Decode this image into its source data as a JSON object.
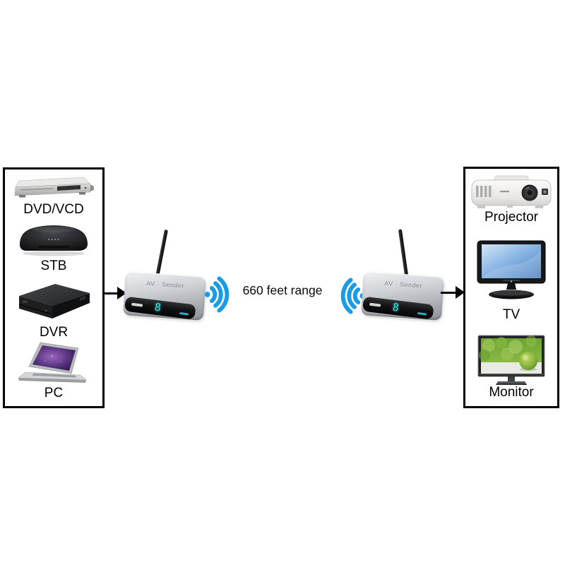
{
  "diagram": {
    "range_label": "660 feet range",
    "colors": {
      "wifi_blue": "#1A9BE8",
      "channel_cyan": "#41DCD8",
      "box_border": "#000000"
    }
  },
  "source_box": {
    "items": [
      {
        "label": "DVD/VCD",
        "icon": "dvd-player-icon"
      },
      {
        "label": "STB",
        "icon": "stb-icon"
      },
      {
        "label": "DVR",
        "icon": "dvr-icon"
      },
      {
        "label": "PC",
        "icon": "laptop-icon"
      }
    ]
  },
  "transmitter": {
    "top_label": "AV · Sender",
    "channel_digit": "8"
  },
  "receiver": {
    "top_label": "AV · Sender",
    "channel_digit": "8"
  },
  "display_box": {
    "items": [
      {
        "label": "Projector",
        "icon": "projector-icon"
      },
      {
        "label": "TV",
        "icon": "tv-icon"
      },
      {
        "label": "Monitor",
        "icon": "monitor-icon"
      }
    ]
  }
}
